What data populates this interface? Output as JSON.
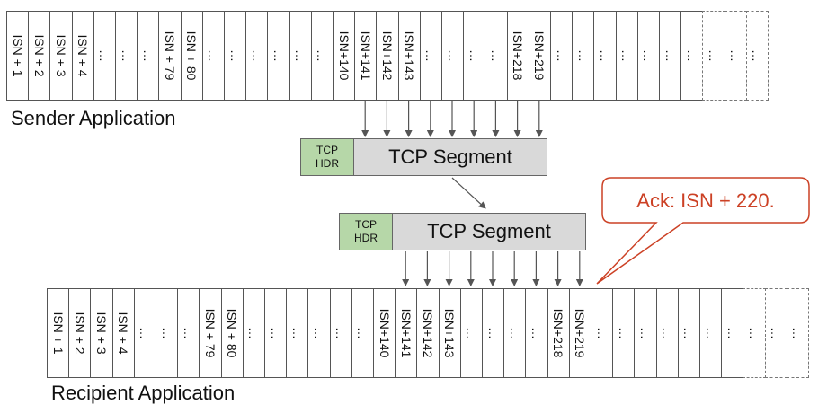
{
  "sender": {
    "label": "Sender Application",
    "cells": [
      "ISN + 1",
      "ISN + 2",
      "ISN + 3",
      "ISN + 4",
      "…",
      "…",
      "…",
      "ISN + 79",
      "ISN + 80",
      "…",
      "…",
      "…",
      "…",
      "…",
      "…",
      "ISN+140",
      "ISN+141",
      "ISN+142",
      "ISN+143",
      "…",
      "…",
      "…",
      "…",
      "ISN+218",
      "ISN+219",
      "…",
      "…",
      "…",
      "…",
      "…",
      "…",
      "…",
      "…",
      "…",
      "…"
    ]
  },
  "segment_sender": {
    "hdr": "TCP HDR",
    "body": "TCP Segment"
  },
  "segment_recipient": {
    "hdr": "TCP HDR",
    "body": "TCP Segment"
  },
  "ack": {
    "text": "Ack: ISN + 220."
  },
  "recipient": {
    "label": "Recipient Application",
    "cells": [
      "ISN + 1",
      "ISN + 2",
      "ISN + 3",
      "ISN + 4",
      "…",
      "…",
      "…",
      "ISN + 79",
      "ISN + 80",
      "…",
      "…",
      "…",
      "…",
      "…",
      "…",
      "ISN+140",
      "ISN+141",
      "ISN+142",
      "ISN+143",
      "…",
      "…",
      "…",
      "…",
      "ISN+218",
      "ISN+219",
      "…",
      "…",
      "…",
      "…",
      "…",
      "…",
      "…",
      "…",
      "…",
      "…"
    ]
  },
  "colors": {
    "header_fill": "#b6d7a8",
    "segment_fill": "#d9d9d9",
    "ack_red": "#cc4125",
    "line": "#555555"
  }
}
